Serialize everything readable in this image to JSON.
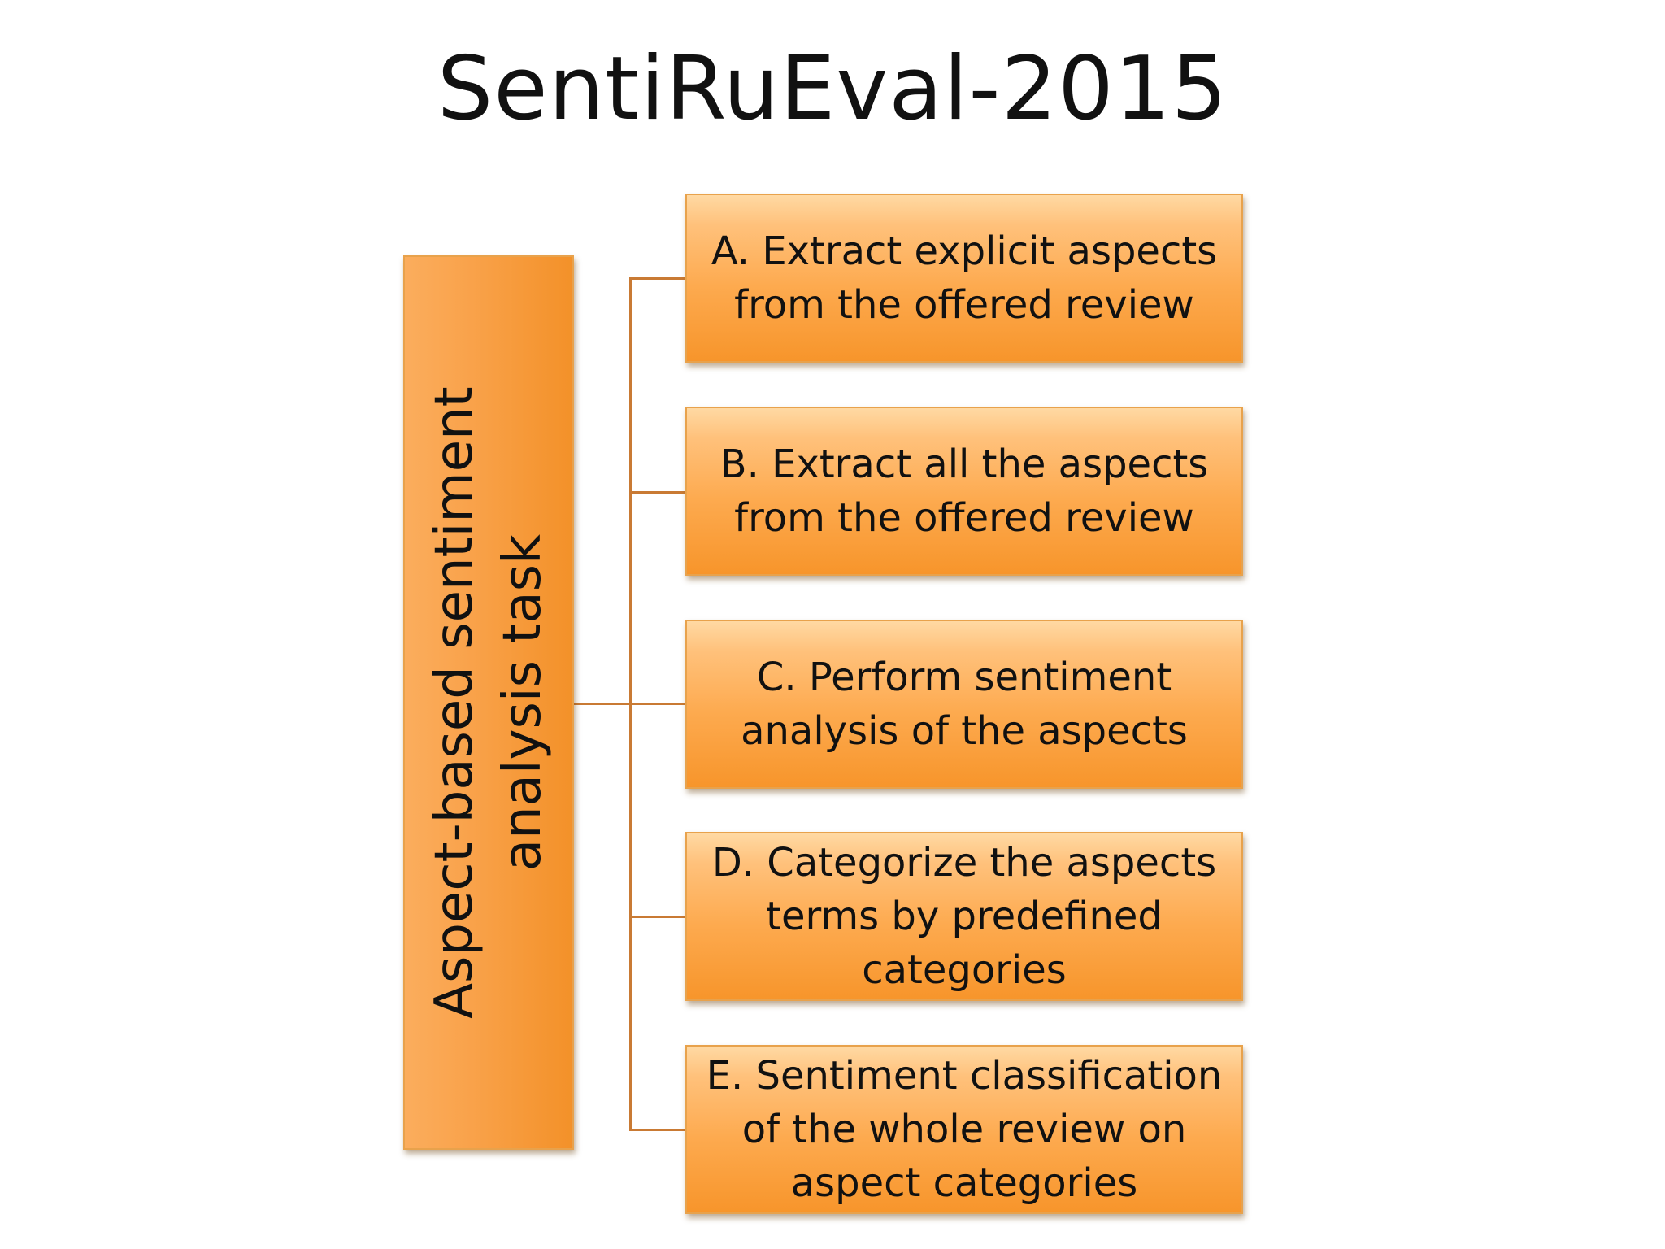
{
  "title": "SentiRuEval-2015",
  "root": {
    "label": "Aspect-based sentiment analysis task"
  },
  "tasks": [
    {
      "label": "A. Extract explicit aspects from the offered review"
    },
    {
      "label": "B. Extract all the aspects from the offered review"
    },
    {
      "label": "C. Perform sentiment analysis of the aspects"
    },
    {
      "label": "D. Categorize the aspects terms by predefined categories"
    },
    {
      "label": "E. Sentiment classification of the whole review on aspect categories"
    }
  ],
  "colors": {
    "box_fill": "#fdaa4f",
    "box_border": "#e8a24c",
    "connector": "#c97a34",
    "text": "#111111"
  }
}
